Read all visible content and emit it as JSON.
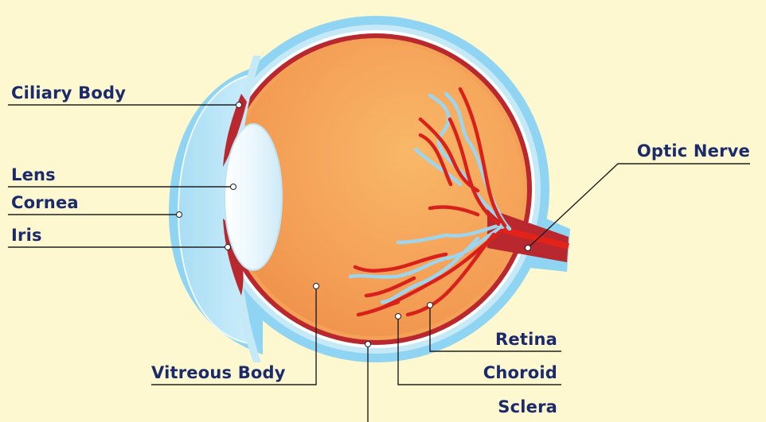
{
  "diagram": {
    "colors": {
      "background": "#fdf8cf",
      "label_text": "#1a2a6b",
      "leader_line": "#1f1f1f",
      "sclera": "#8fd4f2",
      "choroid": "#b8282e",
      "vitreous": "#f4a057",
      "lens": "#dff1fb",
      "artery": "#d9211c",
      "vein": "#9ed5ee"
    },
    "labels": {
      "ciliary_body": "Ciliary Body",
      "lens": "Lens",
      "cornea": "Cornea",
      "iris": "Iris",
      "optic_nerve": "Optic Nerve",
      "vitreous_body": "Vitreous Body",
      "retina": "Retina",
      "choroid": "Choroid",
      "sclera": "Sclera"
    }
  }
}
